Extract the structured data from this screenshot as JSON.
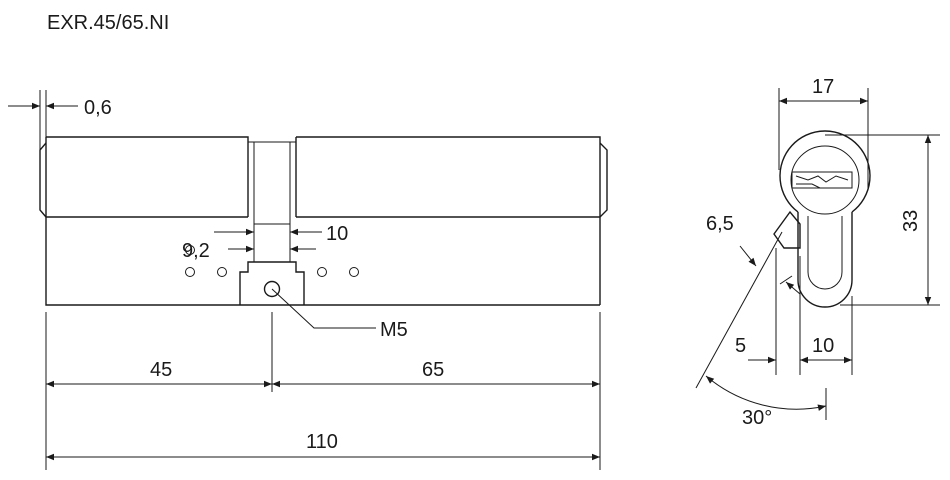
{
  "title": "EXR.45/65.NI",
  "dimensions": {
    "offset": "0,6",
    "cam_gap": "10",
    "cam_width": "9,2",
    "screw": "M5",
    "left_length": "45",
    "right_length": "65",
    "total_length": "110",
    "profile_width": "17",
    "profile_height": "33",
    "chamfer": "6,5",
    "cam_offset": "5",
    "lower_width": "10",
    "angle": "30°"
  }
}
